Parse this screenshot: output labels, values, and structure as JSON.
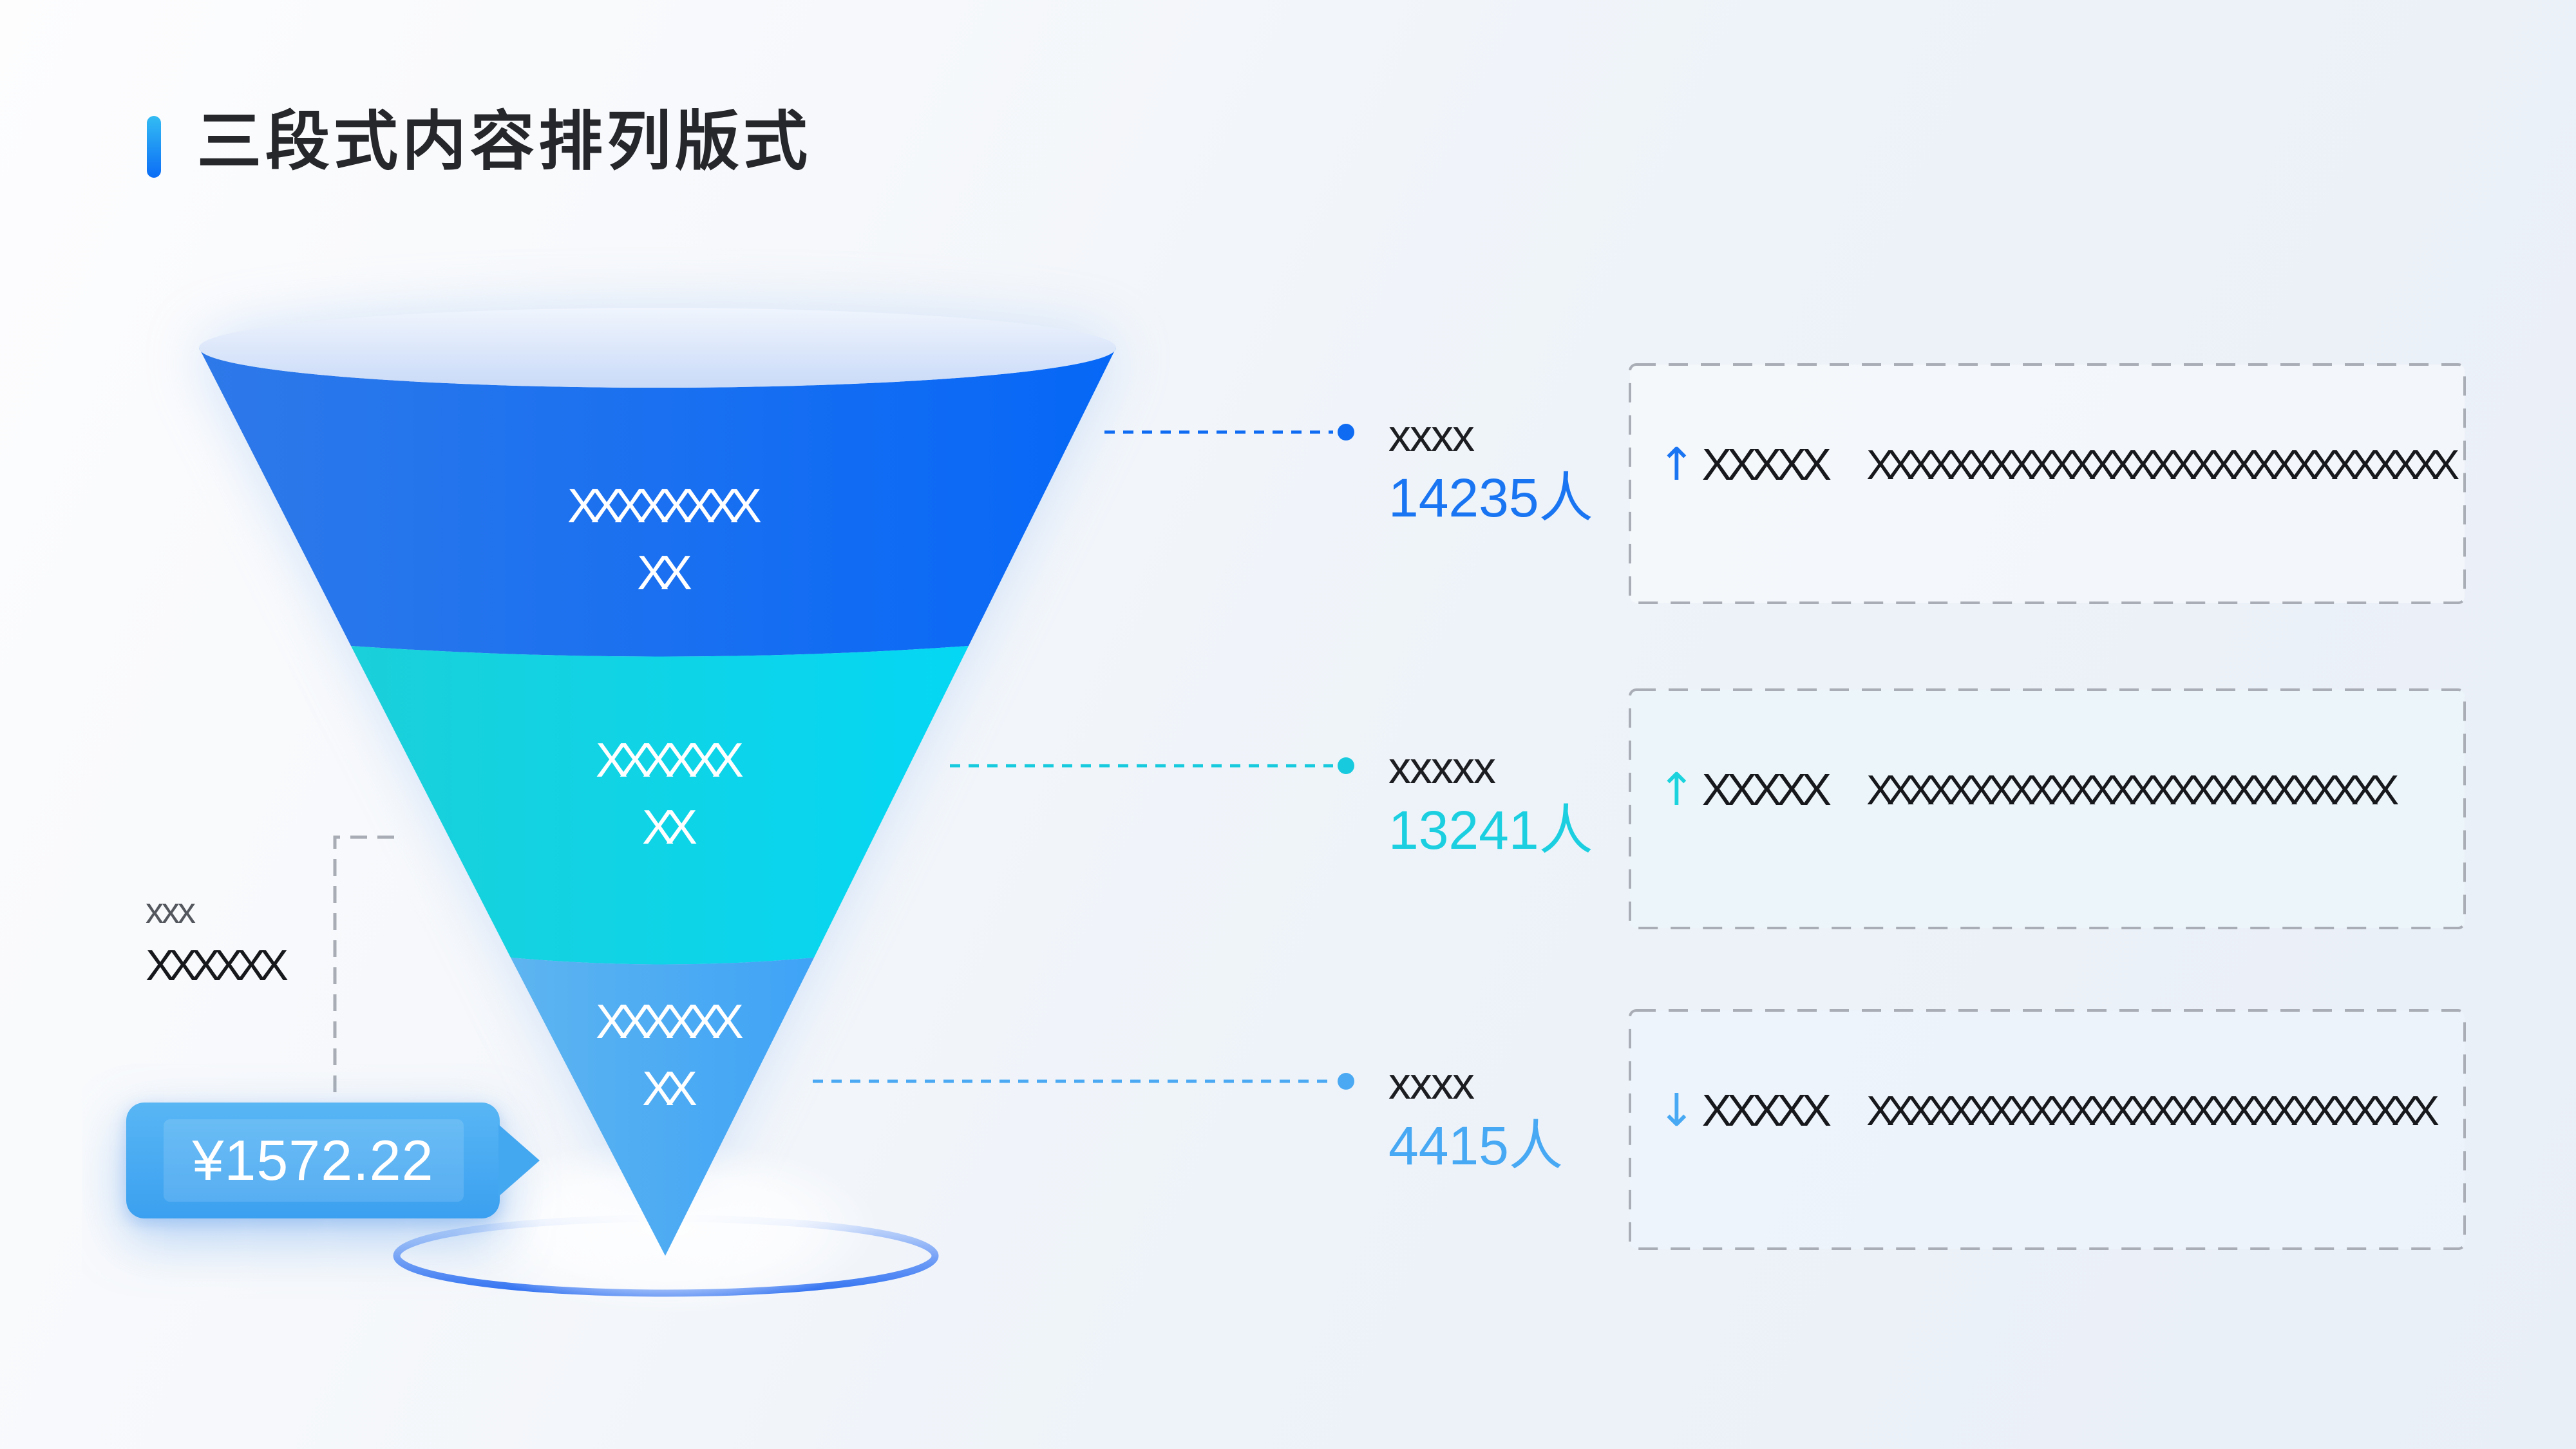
{
  "slide": {
    "title": "三段式内容排列版式"
  },
  "funnel": {
    "segments": [
      {
        "label_line1": "XXXXXXXX",
        "label_line2": "XX",
        "color_left": "#2e79e9",
        "color_right": "#0667f7"
      },
      {
        "label_line1": "XXXXXX",
        "label_line2": "XX",
        "color_left": "#1ad0d9",
        "color_right": "#04d7f4"
      },
      {
        "label_line1": "XXXXXX",
        "label_line2": "XX",
        "color_left": "#5db4f0",
        "color_right": "#3fa3f6"
      }
    ],
    "price_tag": {
      "value": "¥1572.22",
      "color": "#44a8f1"
    },
    "side_note": {
      "line1": "xxx",
      "line2": "XXXXXX"
    }
  },
  "stage_labels": [
    {
      "name": "xxxx",
      "value": "14235人",
      "color": "#1a75f2"
    },
    {
      "name": "xxxxx",
      "value": "13241人",
      "color": "#1bcfe0"
    },
    {
      "name": "xxxx",
      "value": "4415人",
      "color": "#47a8f3"
    }
  ],
  "detail_boxes": [
    {
      "arrow": "↑",
      "arrow_icon": "up-arrow",
      "arrow_color": "#1a75f2",
      "keyword": "XXXXX",
      "description": "XXXXXXXXXXXXXXXXXXXXXXXXXXXXX"
    },
    {
      "arrow": "↑",
      "arrow_icon": "up-arrow",
      "arrow_color": "#1bd3dc",
      "keyword": "XXXXX",
      "description": "XXXXXXXXXXXXXXXXXXXXXXXXXX"
    },
    {
      "arrow": "↓",
      "arrow_icon": "down-arrow",
      "arrow_color": "#47a8f3",
      "keyword": "XXXXX",
      "description": "XXXXXXXXXXXXXXXXXXXXXXXXXXXX"
    }
  ],
  "colors": {
    "title_text": "#26272b",
    "accent_bar_top": "#33bcf3",
    "accent_bar_bottom": "#0b6df6",
    "leader_line_1": "#0f6bf2",
    "leader_line_2": "#18cadd",
    "leader_line_3": "#4aa9f2",
    "dashed_box_border": "#a9adb5",
    "annotation_dash": "#a8adb5",
    "background": "#eef3f9"
  },
  "chart_data": {
    "type": "funnel",
    "title": "三段式内容排列版式",
    "categories": [
      "xxxx",
      "xxxxx",
      "xxxx"
    ],
    "values": [
      14235,
      13241,
      4415
    ],
    "unit": "人",
    "stages": [
      {
        "label": "xxxx",
        "value": 14235,
        "display": "14235人",
        "segment_text": "XXXXXXXX XX",
        "color": "#0f6bf2"
      },
      {
        "label": "xxxxx",
        "value": 13241,
        "display": "13241人",
        "segment_text": "XXXXXX XX",
        "color": "#18cadd"
      },
      {
        "label": "xxxx",
        "value": 4415,
        "display": "4415人",
        "segment_text": "XXXXXX XX",
        "color": "#4aa9f2"
      }
    ],
    "annotation_price": "¥1572.22",
    "annotation_note": "xxx XXXXXX",
    "legend_position": "none",
    "grid": false
  }
}
